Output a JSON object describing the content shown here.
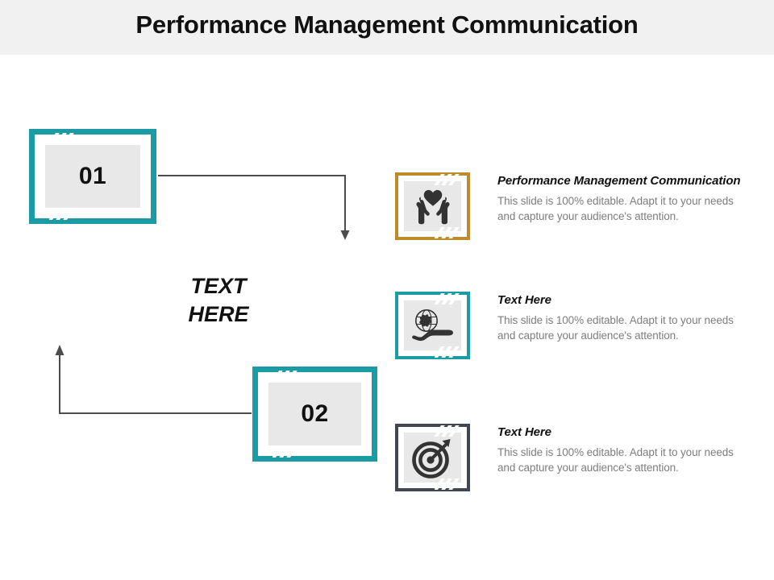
{
  "header": {
    "title": "Performance Management Communication",
    "band_color": "#f1f1f1"
  },
  "theme": {
    "teal": "#1b9ba3",
    "gold": "#bd8a2c",
    "charcoal": "#414750",
    "inner_fill": "#e8e8e8",
    "arrow_color": "#4d4d4d",
    "body_text": "#7d7d7d"
  },
  "flow": {
    "steps": [
      {
        "number": "01",
        "accent": "#1b9ba3"
      },
      {
        "number": "02",
        "accent": "#1b9ba3"
      }
    ],
    "center_label_line1": "TEXT",
    "center_label_line2": "HERE"
  },
  "features": [
    {
      "icon": "heart-in-hands-icon",
      "accent": "#bd8a2c",
      "title": "Performance Management Communication",
      "body": "This slide is 100% editable. Adapt it to your needs and capture your audience's attention."
    },
    {
      "icon": "globe-in-hand-icon",
      "accent": "#1b9ba3",
      "title": "Text Here",
      "body": "This slide is 100% editable. Adapt it to your needs and capture your audience's attention."
    },
    {
      "icon": "target-bullseye-arrow-icon",
      "accent": "#414750",
      "title": "Text Here",
      "body": "This slide is 100% editable. Adapt it to your needs and capture your audience's attention."
    }
  ]
}
